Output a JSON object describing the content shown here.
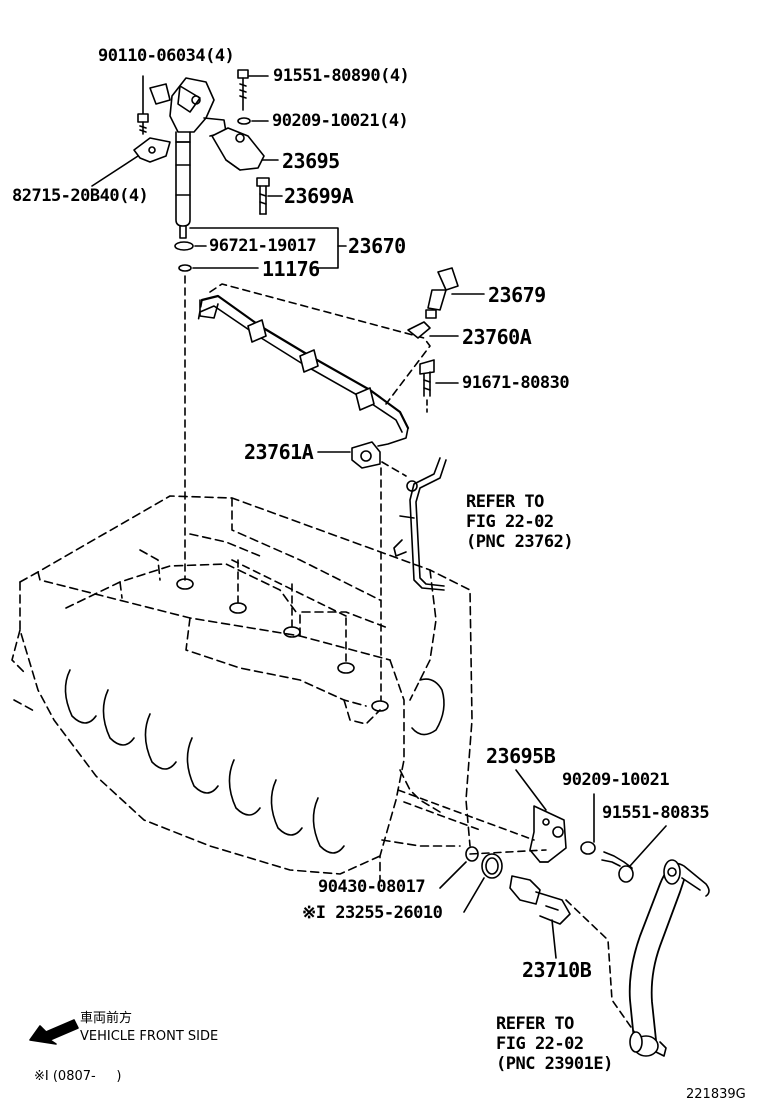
{
  "labels": {
    "p90110": "90110-06034(4)",
    "p91551a": "91551-80890(4)",
    "p90209a": "90209-10021(4)",
    "p23695": "23695",
    "p82715": "82715-20B40(4)",
    "p23699A": "23699A",
    "p96721": "96721-19017",
    "p23670": "23670",
    "p11176": "11176",
    "p23679": "23679",
    "p23760A": "23760A",
    "p91671": "91671-80830",
    "p23761A": "23761A",
    "refer1": [
      "REFER TO",
      "FIG 22-02",
      "(PNC 23762)"
    ],
    "p23695B": "23695B",
    "p90209b": "90209-10021",
    "p91551b": "91551-80835",
    "p90430": "90430-08017",
    "p23255": "※I 23255-26010",
    "p23710B": "23710B",
    "refer2": [
      "REFER TO",
      "FIG 22-02",
      "(PNC 23901E)"
    ]
  },
  "front": {
    "jp": "車両前方",
    "en": "VEHICLE FRONT SIDE"
  },
  "footnote": "※I (0807-     )",
  "diagram_id": "221839G",
  "colors": {
    "line": "#000000",
    "background": "#ffffff"
  }
}
